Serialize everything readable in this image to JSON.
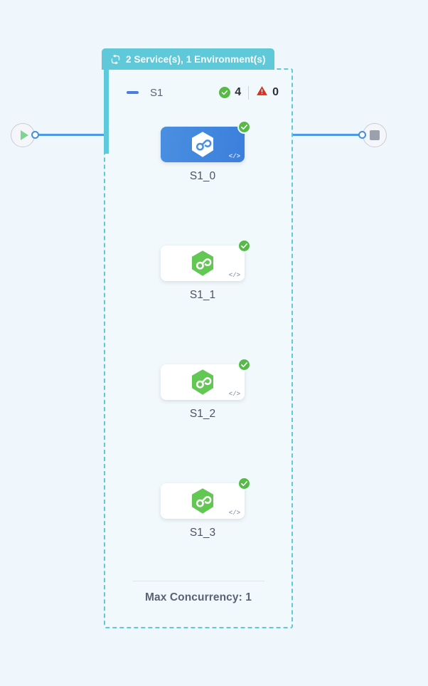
{
  "canvas": {
    "background": "#eff7fc"
  },
  "start_node": {
    "icon": "play-icon",
    "color": "#7ed492"
  },
  "end_node": {
    "icon": "stop-icon",
    "color": "#9aa0ae"
  },
  "group": {
    "tag_icon": "refresh-loop-icon",
    "tag_label": "2 Service(s), 1 Environment(s)",
    "tag_color": "#5fc9da",
    "border_color": "#5ec8dd",
    "collapse_icon": "minus-icon",
    "name": "S1",
    "status": {
      "success_icon": "check-circle-icon",
      "success_count": "4",
      "success_color": "#57b947",
      "error_icon": "warning-triangle-icon",
      "error_count": "0",
      "error_color": "#d93025"
    },
    "footer_label": "Max Concurrency: 1"
  },
  "nodes": [
    {
      "label": "S1_0",
      "selected": true,
      "logo_icon": "hexagon-infinity-logo",
      "logo_color": "#ffffff",
      "status_icon": "check-circle-icon",
      "code_icon": "code-brackets-icon",
      "code_glyph": "</>"
    },
    {
      "label": "S1_1",
      "selected": false,
      "logo_icon": "hexagon-infinity-logo",
      "logo_color": "#63c754",
      "status_icon": "check-circle-icon",
      "code_icon": "code-brackets-icon",
      "code_glyph": "</>"
    },
    {
      "label": "S1_2",
      "selected": false,
      "logo_icon": "hexagon-infinity-logo",
      "logo_color": "#63c754",
      "status_icon": "check-circle-icon",
      "code_icon": "code-brackets-icon",
      "code_glyph": "</>"
    },
    {
      "label": "S1_3",
      "selected": false,
      "logo_icon": "hexagon-infinity-logo",
      "logo_color": "#63c754",
      "status_icon": "check-circle-icon",
      "code_icon": "code-brackets-icon",
      "code_glyph": "</>"
    }
  ]
}
